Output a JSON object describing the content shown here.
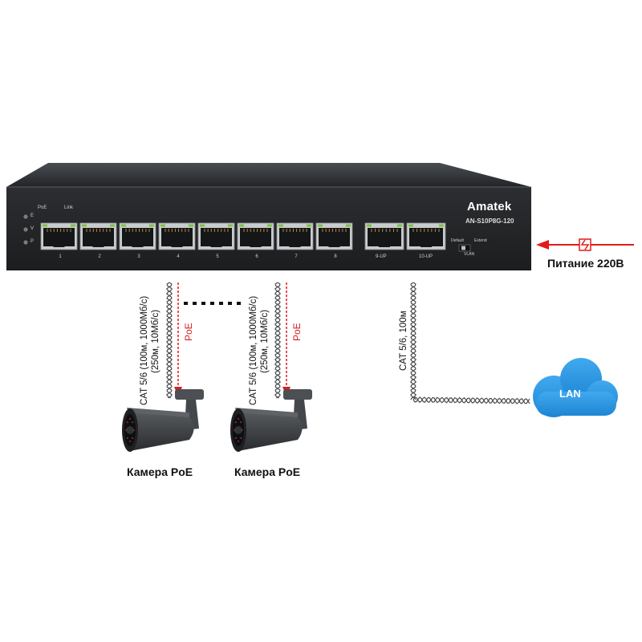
{
  "switch": {
    "brand": "Amatek",
    "model": "AN-S10P8G-120",
    "led_header_poe": "PoE",
    "led_header_link": "Link",
    "status_leds": [
      "E",
      "V",
      "P"
    ],
    "ports": [
      "1",
      "2",
      "3",
      "4",
      "5",
      "6",
      "7",
      "8"
    ],
    "uplinks": [
      "9-UP",
      "10-UP"
    ],
    "switch_labels": {
      "default": "Default",
      "extend": "Extend",
      "vlan": "VLAN"
    }
  },
  "power": {
    "label": "Питание 220В"
  },
  "links": {
    "camera1_cable": [
      "CAT 5/6 (100м, 1000Мб/с)",
      "(250м, 10Мб/с)"
    ],
    "camera2_cable": [
      "CAT 5/6 (100м, 1000Мб/с)",
      "(250м, 10Мб/с)"
    ],
    "poe_label": "PoE",
    "lan_cable": "CAT 5/6, 100м"
  },
  "cloud": {
    "label": "LAN",
    "color": "#2f9be6"
  },
  "cameras": [
    {
      "label": "Камера PoE"
    },
    {
      "label": "Камера PoE"
    }
  ],
  "colors": {
    "switch_body": "#2b2d30",
    "arrow_red": "#e11b1b",
    "port_green": "#7cc243"
  }
}
